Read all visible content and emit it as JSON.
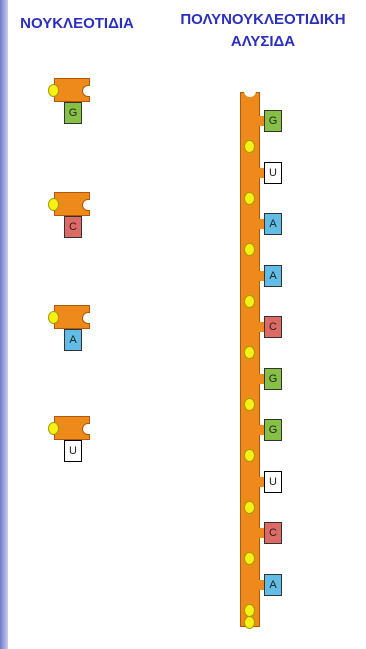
{
  "titles": {
    "left": "ΝΟΥΚΛΕΟΤΙΔΙΑ",
    "right_line1": "ΠΟΛΥΝΟΥΚΛΕΟΤΙΔΙΚΗ",
    "right_line2": "ΑΛΥΣΙΔΑ"
  },
  "nucleotides": [
    "G",
    "C",
    "A",
    "U"
  ],
  "strand": [
    "G",
    "U",
    "A",
    "A",
    "C",
    "G",
    "G",
    "U",
    "C",
    "A"
  ],
  "colors": {
    "G": "#86c044",
    "C": "#de6a66",
    "A": "#62bde6",
    "U": "#ffffff",
    "sugar": "#ee8a1c",
    "phosphate": "#f7f016",
    "title": "#2b2fbf"
  }
}
